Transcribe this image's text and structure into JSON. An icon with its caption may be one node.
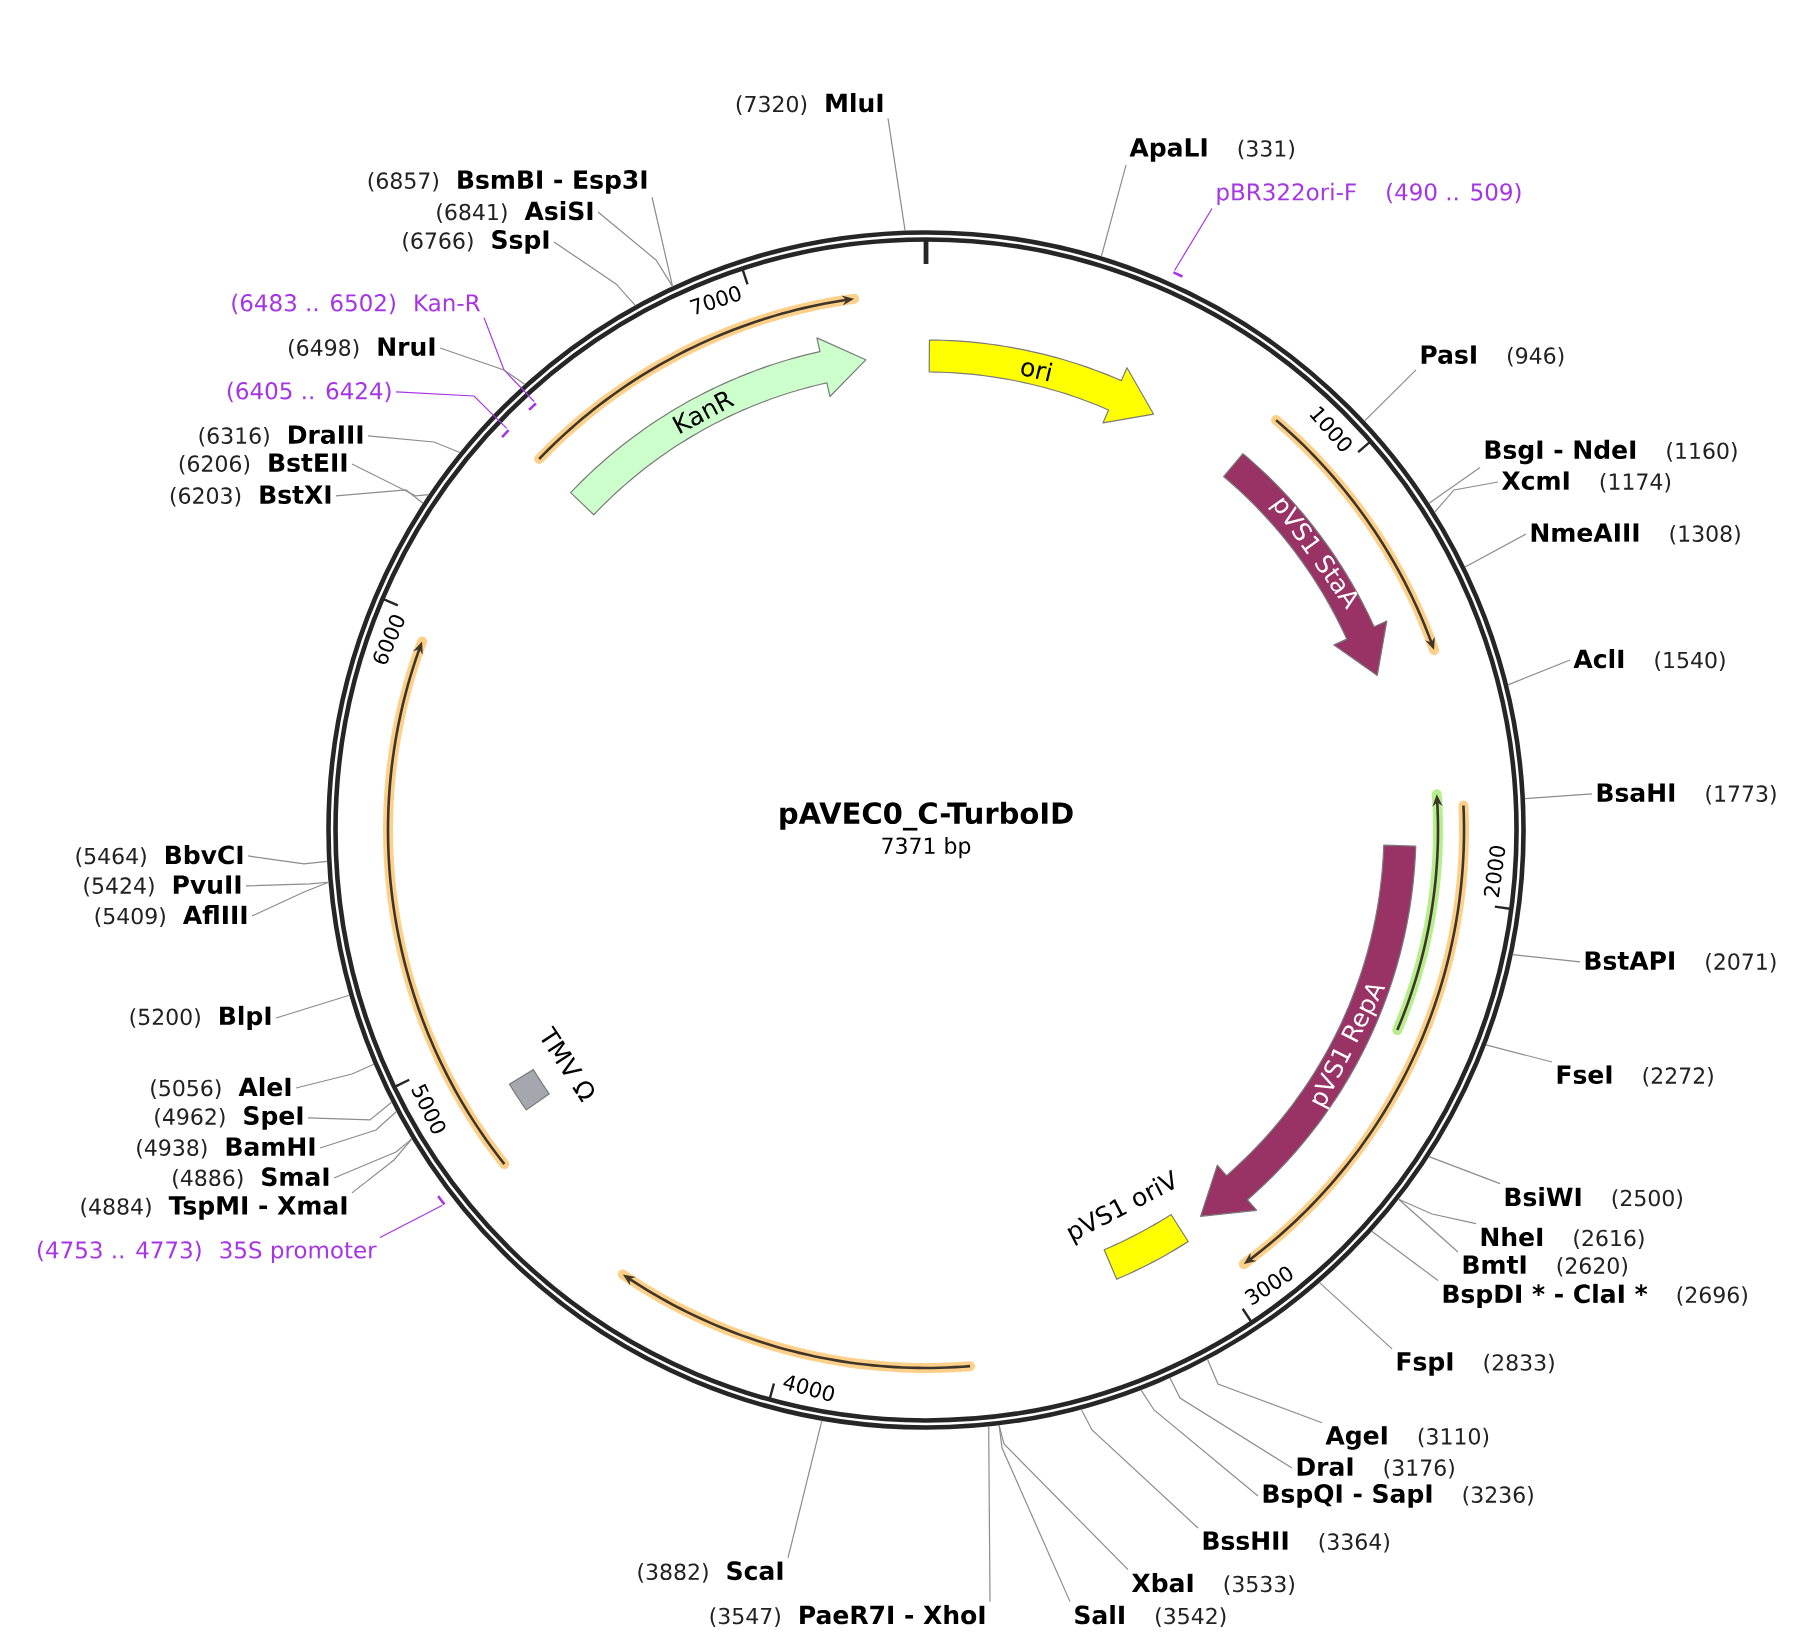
{
  "diagram": {
    "nodes": [
      {
        "text": [
          "pAVEC0_C-TurboID",
          "7371 bp"
        ]
      },
      {
        "text": [
          "ori"
        ],
        "in": 0
      },
      {
        "text": [
          "pVS1 StaA"
        ],
        "in": 0
      },
      {
        "text": [
          "pVS1 RepA"
        ],
        "in": 0
      },
      {
        "text": [
          "pVS1 oriV"
        ],
        "in": 0
      },
      {
        "text": [
          "TMV Ω"
        ],
        "in": 0
      },
      {
        "text": [
          "KanR"
        ],
        "in": 0
      },
      {
        "text": [
          "ApaLI",
          "(331)"
        ]
      },
      {
        "text": [
          "pBR322ori-F",
          "(490 .. 509)"
        ]
      },
      {
        "text": [],
        "shape": "bar"
      },
      {
        "text": [
          "PasI",
          "(946)"
        ]
      },
      {
        "text": [
          "BsgI - NdeI",
          "(1160)"
        ]
      },
      {
        "text": [
          "XcmI",
          "(1174)"
        ]
      },
      {
        "text": [
          "NmeAIII",
          "(1308)"
        ]
      },
      {
        "text": [
          "AclI",
          "(1540)"
        ]
      },
      {
        "text": [
          "BsaHI",
          "(1773)"
        ]
      },
      {
        "text": [
          "BstAPI",
          "(2071)"
        ]
      },
      {
        "text": [
          "FseI",
          "(2272)"
        ]
      },
      {
        "text": [
          "BsiWI",
          "(2500)"
        ]
      },
      {
        "text": [
          "NheI",
          "(2616)"
        ]
      },
      {
        "text": [
          "BmtI",
          "(2620)"
        ]
      },
      {
        "text": [
          "BspDI * - ClaI *",
          "(2696)"
        ]
      },
      {
        "text": [
          "FspI",
          "(2833)"
        ]
      },
      {
        "text": [
          "AgeI",
          "(3110)"
        ]
      },
      {
        "text": [
          "DraI",
          "(3176)"
        ]
      },
      {
        "text": [
          "BspQI - SapI",
          "(3236)"
        ]
      },
      {
        "text": [
          "BssHII",
          "(3364)"
        ]
      },
      {
        "text": [
          "XbaI",
          "(3533)"
        ]
      },
      {
        "text": [
          "SalI",
          "(3542)"
        ]
      },
      {
        "text": [
          "(3547)",
          "PaeR7I - XhoI"
        ]
      },
      {
        "text": [
          "(3882)",
          "ScaI"
        ]
      },
      {
        "text": [
          "(4753 .. 4773)",
          "35S promoter"
        ]
      },
      {
        "text": [],
        "shape": "bar"
      },
      {
        "text": [
          "(4884)",
          "TspMI - XmaI"
        ]
      },
      {
        "text": [
          "(4886)",
          "SmaI"
        ]
      },
      {
        "text": [
          "(4938)",
          "BamHI"
        ]
      },
      {
        "text": [
          "(4962)",
          "SpeI"
        ]
      },
      {
        "text": [
          "(5056)",
          "AleI"
        ]
      },
      {
        "text": [
          "(5200)",
          "BlpI"
        ]
      },
      {
        "text": [
          "(5409)",
          "AflIII"
        ]
      },
      {
        "text": [
          "(5424)",
          "PvuII"
        ]
      },
      {
        "text": [
          "(5464)",
          "BbvCI"
        ]
      },
      {
        "text": [
          "(6203)",
          "BstXI"
        ]
      },
      {
        "text": [
          "(6206)",
          "BstEII"
        ]
      },
      {
        "text": [
          "(6316)",
          "DraIII"
        ]
      },
      {
        "text": [
          "(6405 .. 6424)"
        ]
      },
      {
        "text": [],
        "shape": "bar",
        "in": 0
      },
      {
        "text": [
          "(6483 .. 6502)",
          "Kan-R"
        ]
      },
      {
        "text": [],
        "shape": "bar",
        "in": 0
      },
      {
        "text": [
          "(6498)",
          "NruI"
        ]
      },
      {
        "text": [
          "(6766)",
          "SspI"
        ]
      },
      {
        "text": [
          "(6841)",
          "AsiSI"
        ]
      },
      {
        "text": [
          "(6857)",
          "BsmBI - Esp3I"
        ]
      },
      {
        "text": [
          "(7320)",
          "MluI"
        ]
      }
    ],
    "edges": [
      {
        "from": 7,
        "to": 0,
        "arrow": "none"
      },
      {
        "from": 8,
        "to": 9,
        "arrow": "none",
        "color": "#a536e6"
      },
      {
        "from": 10,
        "to": 0,
        "arrow": "none"
      },
      {
        "from": 11,
        "to": 0,
        "arrow": "none"
      },
      {
        "from": 12,
        "to": 0,
        "arrow": "none"
      },
      {
        "from": 13,
        "to": 0,
        "arrow": "none"
      },
      {
        "from": 14,
        "to": 0,
        "arrow": "none"
      },
      {
        "from": 15,
        "to": 0,
        "arrow": "none"
      },
      {
        "from": 16,
        "to": 0,
        "arrow": "none"
      },
      {
        "from": 17,
        "to": 0,
        "arrow": "none"
      },
      {
        "from": 18,
        "to": 0,
        "arrow": "none"
      },
      {
        "from": 19,
        "to": 0,
        "arrow": "none"
      },
      {
        "from": 20,
        "to": 0,
        "arrow": "none"
      },
      {
        "from": 21,
        "to": 0,
        "arrow": "none"
      },
      {
        "from": 22,
        "to": 0,
        "arrow": "none"
      },
      {
        "from": 23,
        "to": 0,
        "arrow": "none"
      },
      {
        "from": 24,
        "to": 0,
        "arrow": "none"
      },
      {
        "from": 25,
        "to": 0,
        "arrow": "none"
      },
      {
        "from": 26,
        "to": 0,
        "arrow": "none"
      },
      {
        "from": 27,
        "to": 0,
        "arrow": "none"
      },
      {
        "from": 28,
        "to": 0,
        "arrow": "none"
      },
      {
        "from": 29,
        "to": 0,
        "arrow": "none"
      },
      {
        "from": 30,
        "to": 0,
        "arrow": "none"
      },
      {
        "from": 31,
        "to": 32,
        "arrow": "none",
        "color": "#a536e6"
      },
      {
        "from": 33,
        "to": 0,
        "arrow": "none"
      },
      {
        "from": 34,
        "to": 0,
        "arrow": "none"
      },
      {
        "from": 35,
        "to": 0,
        "arrow": "none"
      },
      {
        "from": 36,
        "to": 0,
        "arrow": "none"
      },
      {
        "from": 37,
        "to": 0,
        "arrow": "none"
      },
      {
        "from": 38,
        "to": 0,
        "arrow": "none"
      },
      {
        "from": 39,
        "to": 0,
        "arrow": "none"
      },
      {
        "from": 40,
        "to": 0,
        "arrow": "none"
      },
      {
        "from": 41,
        "to": 0,
        "arrow": "none"
      },
      {
        "from": 42,
        "to": 0,
        "arrow": "none"
      },
      {
        "from": 43,
        "to": 0,
        "arrow": "none"
      },
      {
        "from": 44,
        "to": 0,
        "arrow": "none"
      },
      {
        "from": 45,
        "to": 46,
        "arrow": "none",
        "color": "#a536e6"
      },
      {
        "from": 47,
        "to": 48,
        "arrow": "none",
        "color": "#a536e6"
      },
      {
        "from": 49,
        "to": 0,
        "arrow": "none"
      },
      {
        "from": 50,
        "to": 0,
        "arrow": "none"
      },
      {
        "from": 51,
        "to": 0,
        "arrow": "none"
      },
      {
        "from": 52,
        "to": 0,
        "arrow": "none"
      },
      {
        "from": 53,
        "to": 0,
        "arrow": "none"
      }
    ],
    "labels": [
      "1000",
      "2000",
      "3000",
      "4000",
      "5000",
      "6000",
      "7000"
    ]
  }
}
